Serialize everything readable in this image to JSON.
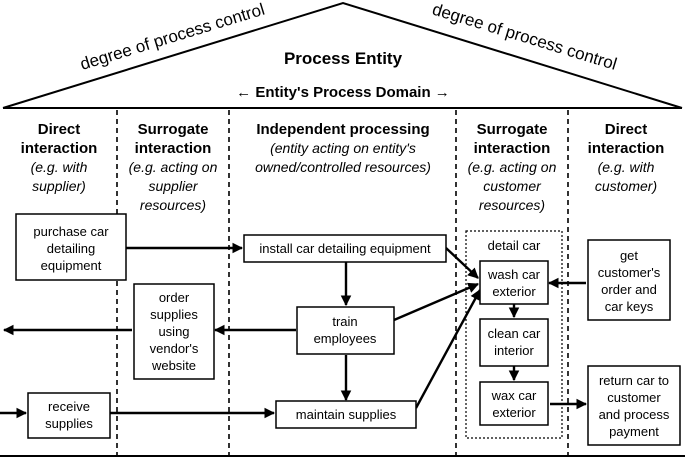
{
  "roof": {
    "left_label": "degree of process control",
    "right_label": "degree of process control",
    "title": "Process Entity",
    "domain_label": "← Entity's Process Domain →"
  },
  "columns": [
    {
      "heading": [
        "Direct",
        "interaction"
      ],
      "sub": [
        "(e.g. with",
        "supplier)"
      ]
    },
    {
      "heading": [
        "Surrogate",
        "interaction"
      ],
      "sub": [
        "(e.g. acting on",
        "supplier",
        "resources)"
      ]
    },
    {
      "heading": [
        "Independent processing"
      ],
      "sub": [
        "(entity acting on entity's",
        "owned/controlled resources)"
      ]
    },
    {
      "heading": [
        "Surrogate",
        "interaction"
      ],
      "sub": [
        "(e.g. acting on",
        "customer",
        "resources)"
      ]
    },
    {
      "heading": [
        "Direct",
        "interaction"
      ],
      "sub": [
        "(e.g. with",
        "customer)"
      ]
    }
  ],
  "nodes": {
    "purchase": [
      "purchase car",
      "detailing",
      "equipment"
    ],
    "install": [
      "install car detailing equipment"
    ],
    "order": [
      "order",
      "supplies",
      "using",
      "vendor's",
      "website"
    ],
    "train": [
      "train",
      "employees"
    ],
    "receive": [
      "receive",
      "supplies"
    ],
    "maintain": [
      "maintain supplies"
    ],
    "detail_group": [
      "detail car"
    ],
    "wash": [
      "wash car",
      "exterior"
    ],
    "clean": [
      "clean car",
      "interior"
    ],
    "wax": [
      "wax car",
      "exterior"
    ],
    "get_keys": [
      "get",
      "customer's",
      "order and",
      "car keys"
    ],
    "return": [
      "return car to",
      "customer",
      "and process",
      "payment"
    ]
  }
}
